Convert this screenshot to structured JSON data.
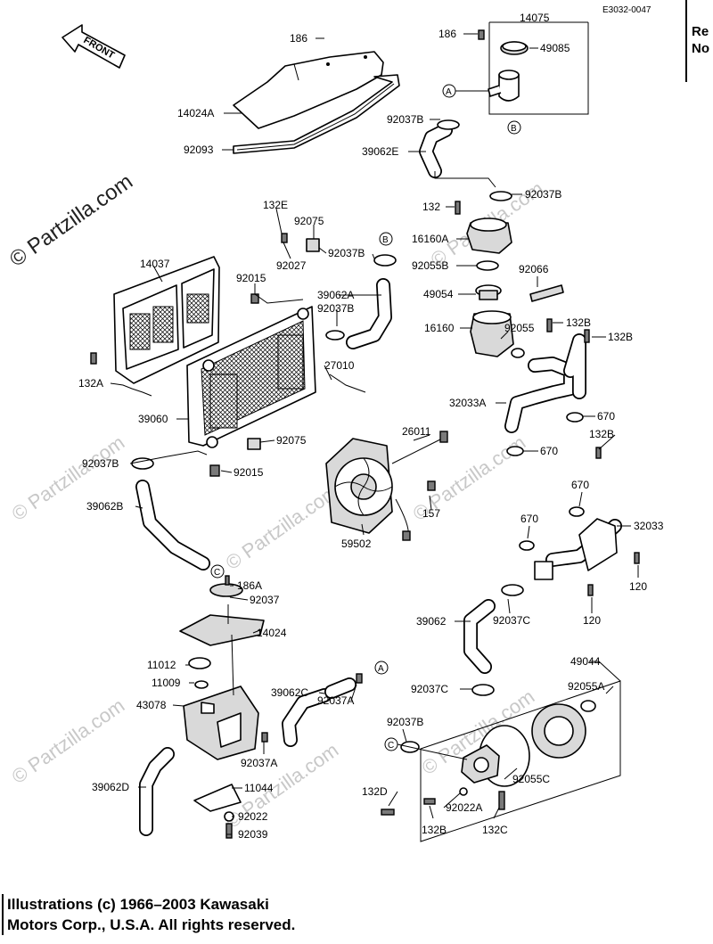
{
  "ref_code": "E3032-0047",
  "corner_text": [
    "Re",
    "No"
  ],
  "front_label": "FRONT",
  "watermarks": [
    "© Partzilla.com",
    "© Partzilla.com",
    "© Partzilla.com",
    "© Partzilla.com",
    "© Partzilla.com",
    "© Partzilla.com",
    "© Partzilla.com",
    "© Partzilla.com"
  ],
  "copyright": [
    "Illustrations (c) 1966–2003 Kawasaki",
    "Motors Corp., U.S.A.  All rights reserved."
  ],
  "callouts": {
    "A": "A",
    "B": "B",
    "C": "C"
  },
  "parts": [
    {
      "id": "p1",
      "label": "186"
    },
    {
      "id": "p2",
      "label": "14024A"
    },
    {
      "id": "p3",
      "label": "92093"
    },
    {
      "id": "p4",
      "label": "14075"
    },
    {
      "id": "p5",
      "label": "186"
    },
    {
      "id": "p6",
      "label": "49085"
    },
    {
      "id": "p7",
      "label": "92037B"
    },
    {
      "id": "p8",
      "label": "39062E"
    },
    {
      "id": "p9",
      "label": "92037B"
    },
    {
      "id": "p10",
      "label": "132"
    },
    {
      "id": "p11",
      "label": "16160A"
    },
    {
      "id": "p12",
      "label": "92055B"
    },
    {
      "id": "p13",
      "label": "92066"
    },
    {
      "id": "p14",
      "label": "49054"
    },
    {
      "id": "p15",
      "label": "16160"
    },
    {
      "id": "p16",
      "label": "92055"
    },
    {
      "id": "p17",
      "label": "132B"
    },
    {
      "id": "p18",
      "label": "132B"
    },
    {
      "id": "p19",
      "label": "32033A"
    },
    {
      "id": "p20",
      "label": "670"
    },
    {
      "id": "p21",
      "label": "670"
    },
    {
      "id": "p22",
      "label": "132B"
    },
    {
      "id": "p23",
      "label": "132E"
    },
    {
      "id": "p24",
      "label": "92075"
    },
    {
      "id": "p25",
      "label": "92027"
    },
    {
      "id": "p26",
      "label": "92037B"
    },
    {
      "id": "p27",
      "label": "14037"
    },
    {
      "id": "p28",
      "label": "92015"
    },
    {
      "id": "p29",
      "label": "39062A"
    },
    {
      "id": "p30",
      "label": "92037B"
    },
    {
      "id": "p31",
      "label": "27010"
    },
    {
      "id": "p32",
      "label": "132A"
    },
    {
      "id": "p33",
      "label": "39060"
    },
    {
      "id": "p34",
      "label": "92075"
    },
    {
      "id": "p35",
      "label": "26011"
    },
    {
      "id": "p36",
      "label": "92037B"
    },
    {
      "id": "p37",
      "label": "92015"
    },
    {
      "id": "p38",
      "label": "157"
    },
    {
      "id": "p39",
      "label": "39062B"
    },
    {
      "id": "p40",
      "label": "59502"
    },
    {
      "id": "p41",
      "label": "670"
    },
    {
      "id": "p42",
      "label": "670"
    },
    {
      "id": "p43",
      "label": "32033"
    },
    {
      "id": "p44",
      "label": "120"
    },
    {
      "id": "p45",
      "label": "120"
    },
    {
      "id": "p46",
      "label": "186A"
    },
    {
      "id": "p47",
      "label": "92037"
    },
    {
      "id": "p48",
      "label": "14024"
    },
    {
      "id": "p49",
      "label": "92037C"
    },
    {
      "id": "p50",
      "label": "39062"
    },
    {
      "id": "p51",
      "label": "11012"
    },
    {
      "id": "p52",
      "label": "11009"
    },
    {
      "id": "p53",
      "label": "43078"
    },
    {
      "id": "p54",
      "label": "39062C"
    },
    {
      "id": "p55",
      "label": "92037A"
    },
    {
      "id": "p56",
      "label": "92037C"
    },
    {
      "id": "p57",
      "label": "49044"
    },
    {
      "id": "p58",
      "label": "92055A"
    },
    {
      "id": "p59",
      "label": "92037B"
    },
    {
      "id": "p60",
      "label": "92037A"
    },
    {
      "id": "p61",
      "label": "39062D"
    },
    {
      "id": "p62",
      "label": "11044"
    },
    {
      "id": "p63",
      "label": "92055C"
    },
    {
      "id": "p64",
      "label": "132D"
    },
    {
      "id": "p65",
      "label": "92022A"
    },
    {
      "id": "p66",
      "label": "92022"
    },
    {
      "id": "p67",
      "label": "92039"
    },
    {
      "id": "p68",
      "label": "132B"
    },
    {
      "id": "p69",
      "label": "132C"
    }
  ]
}
